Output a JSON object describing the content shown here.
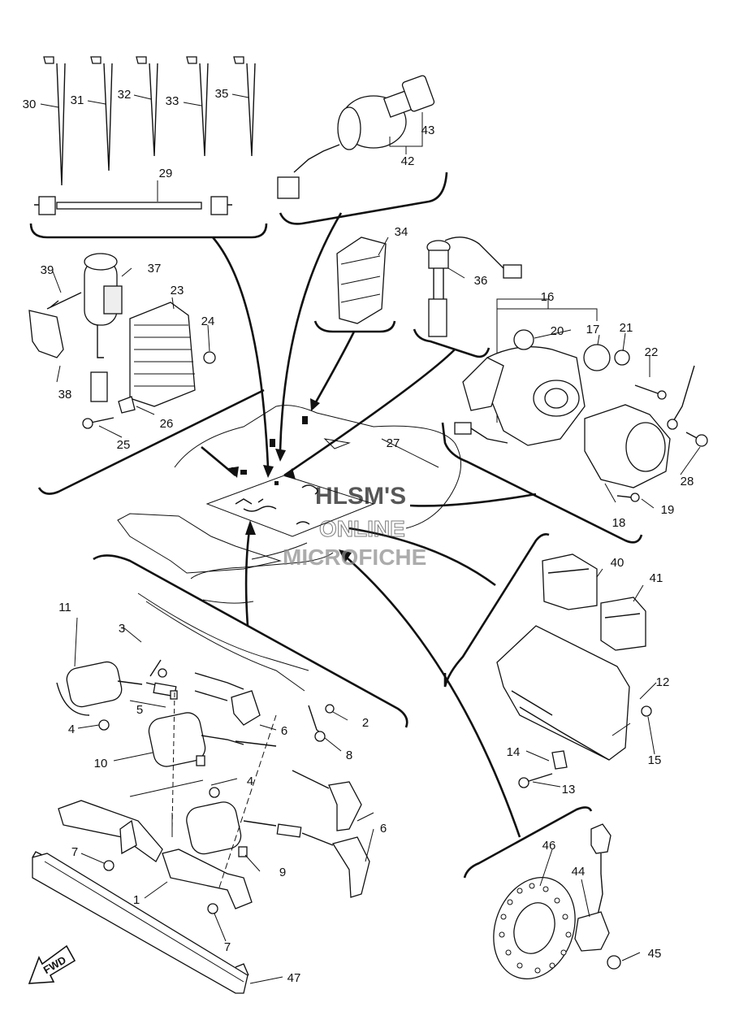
{
  "parts": [
    {
      "n": "1"
    },
    {
      "n": "2"
    },
    {
      "n": "3"
    },
    {
      "n": "4"
    },
    {
      "n": "4"
    },
    {
      "n": "5"
    },
    {
      "n": "6"
    },
    {
      "n": "6"
    },
    {
      "n": "7"
    },
    {
      "n": "7"
    },
    {
      "n": "8"
    },
    {
      "n": "9"
    },
    {
      "n": "10"
    },
    {
      "n": "11"
    },
    {
      "n": "12"
    },
    {
      "n": "13"
    },
    {
      "n": "14"
    },
    {
      "n": "15"
    },
    {
      "n": "16"
    },
    {
      "n": "17"
    },
    {
      "n": "18"
    },
    {
      "n": "19"
    },
    {
      "n": "20"
    },
    {
      "n": "21"
    },
    {
      "n": "22"
    },
    {
      "n": "23"
    },
    {
      "n": "24"
    },
    {
      "n": "25"
    },
    {
      "n": "26"
    },
    {
      "n": "27"
    },
    {
      "n": "28"
    },
    {
      "n": "29"
    },
    {
      "n": "30"
    },
    {
      "n": "31"
    },
    {
      "n": "32"
    },
    {
      "n": "33"
    },
    {
      "n": "34"
    },
    {
      "n": "35"
    },
    {
      "n": "36"
    },
    {
      "n": "37"
    },
    {
      "n": "38"
    },
    {
      "n": "39"
    },
    {
      "n": "40"
    },
    {
      "n": "41"
    },
    {
      "n": "42"
    },
    {
      "n": "43"
    },
    {
      "n": "44"
    },
    {
      "n": "45"
    },
    {
      "n": "46"
    },
    {
      "n": "47"
    }
  ],
  "watermark": {
    "line1": "HLSM'S",
    "line2": "ONLINE",
    "line3": "MICROFICHE"
  },
  "fwd_label": "FWD",
  "colors": {
    "line": "#111111",
    "watermark": "#8a8a8a",
    "background": "#ffffff"
  }
}
